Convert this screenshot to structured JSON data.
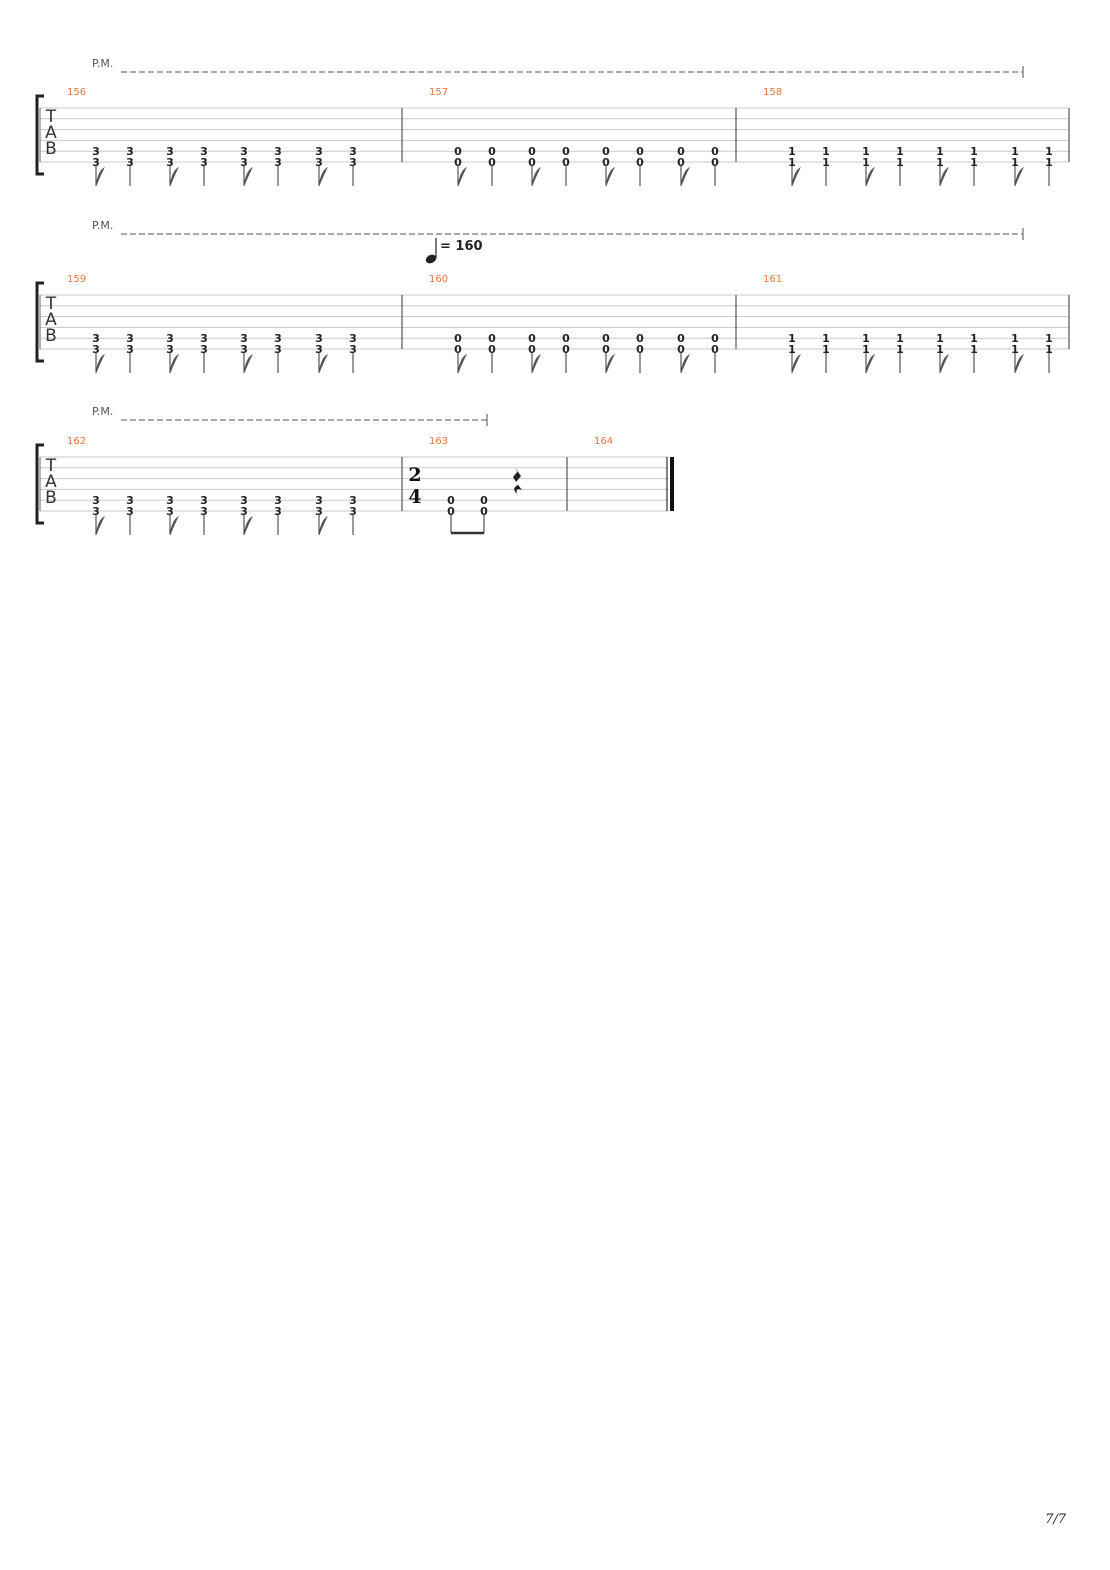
{
  "page": {
    "page_number": "7/7"
  },
  "tempo": {
    "text": "= 160"
  },
  "tab_clef": [
    "T",
    "A",
    "B"
  ],
  "palm_mute_label": "P.M.",
  "systems": [
    {
      "measures": [
        {
          "number": "156",
          "frets": [
            "3",
            "3",
            "3",
            "3",
            "3",
            "3",
            "3",
            "3"
          ]
        },
        {
          "number": "157",
          "frets": [
            "0",
            "0",
            "0",
            "0",
            "0",
            "0",
            "0",
            "0"
          ]
        },
        {
          "number": "158",
          "frets": [
            "1",
            "1",
            "1",
            "1",
            "1",
            "1",
            "1",
            "1"
          ]
        }
      ]
    },
    {
      "measures": [
        {
          "number": "159",
          "frets": [
            "3",
            "3",
            "3",
            "3",
            "3",
            "3",
            "3",
            "3"
          ]
        },
        {
          "number": "160",
          "frets": [
            "0",
            "0",
            "0",
            "0",
            "0",
            "0",
            "0",
            "0"
          ]
        },
        {
          "number": "161",
          "frets": [
            "1",
            "1",
            "1",
            "1",
            "1",
            "1",
            "1",
            "1"
          ]
        }
      ]
    },
    {
      "measures": [
        {
          "number": "162",
          "frets": [
            "3",
            "3",
            "3",
            "3",
            "3",
            "3",
            "3",
            "3"
          ]
        },
        {
          "number": "163",
          "time_signature": [
            "2",
            "4"
          ],
          "frets": [
            "0",
            "0"
          ],
          "rest": "quarter"
        },
        {
          "number": "164",
          "frets": []
        }
      ]
    }
  ]
}
